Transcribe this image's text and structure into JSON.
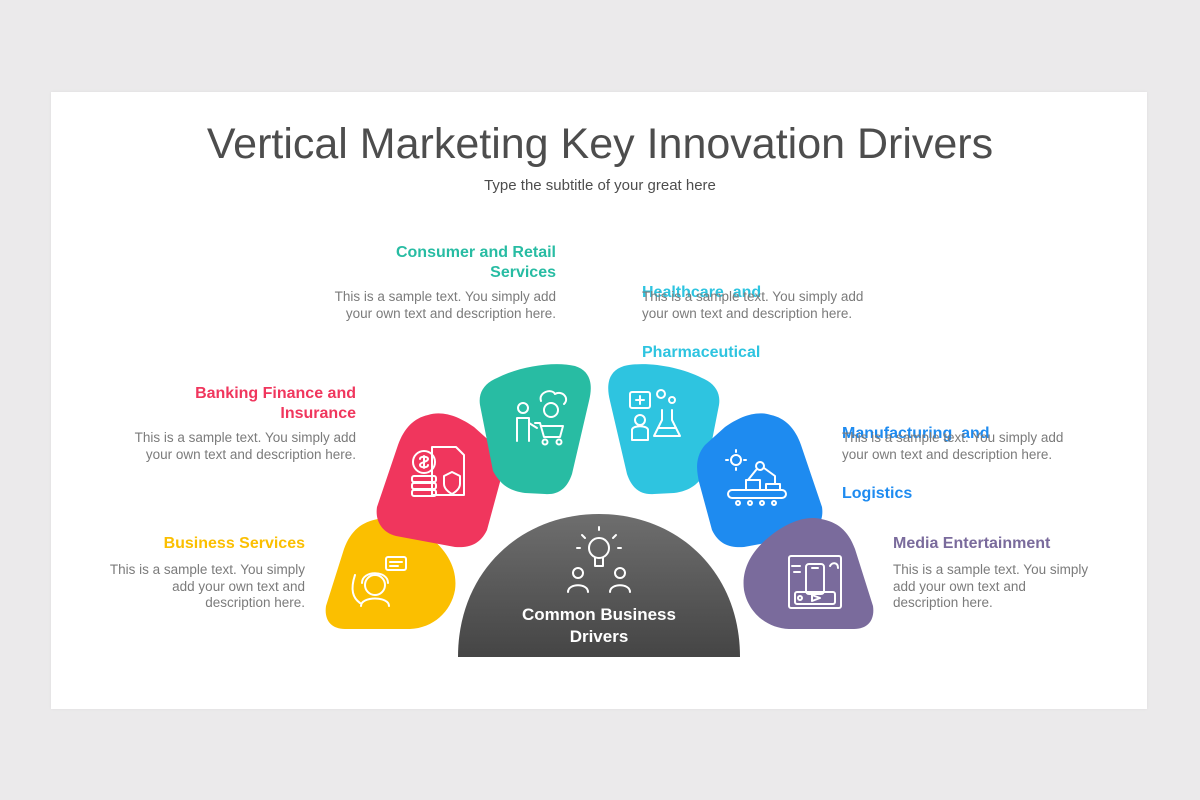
{
  "header": {
    "title": "Vertical Marketing Key Innovation Drivers",
    "subtitle": "Type the subtitle of your great here"
  },
  "center": {
    "label_line1": "Common Business",
    "label_line2": "Drivers",
    "color": "#595959",
    "icon": "idea-team-icon"
  },
  "items": [
    {
      "title_line1": "Business Services",
      "desc_line1": "This is a sample text. You simply",
      "desc_line2": "add your own text and",
      "desc_line3": "description here.",
      "color": "#fbbf00",
      "icon": "customer-support-icon"
    },
    {
      "title_line1": "Banking Finance and",
      "title_line2": "Insurance",
      "desc_line1": "This is a sample text. You simply add",
      "desc_line2": "your own text and description here.",
      "color": "#f0365d",
      "icon": "finance-document-icon"
    },
    {
      "title_line1": "Consumer and Retail",
      "title_line2": "Services",
      "desc_line1": "This is a sample text. You simply add",
      "desc_line2": "your own text and description here.",
      "color": "#28bca3",
      "icon": "shopping-cart-icon"
    },
    {
      "title_line1": "Healthcare  and",
      "title_line2": "Pharmaceutical",
      "desc_line1": "This is a sample text. You simply add",
      "desc_line2": "your own text and description here.",
      "color": "#2ec4e0",
      "icon": "laboratory-icon"
    },
    {
      "title_line1": "Manufacturing  and",
      "title_line2": "Logistics",
      "desc_line1": "This is a sample text. You simply add",
      "desc_line2": "your own text and description here.",
      "color": "#1e8bf0",
      "icon": "robotic-arm-icon"
    },
    {
      "title_line1": "Media Entertainment",
      "desc_line1": "This is a sample text. You simply",
      "desc_line2": "add your own text and",
      "desc_line3": "description here.",
      "color": "#7a6b9c",
      "icon": "media-devices-icon"
    }
  ]
}
